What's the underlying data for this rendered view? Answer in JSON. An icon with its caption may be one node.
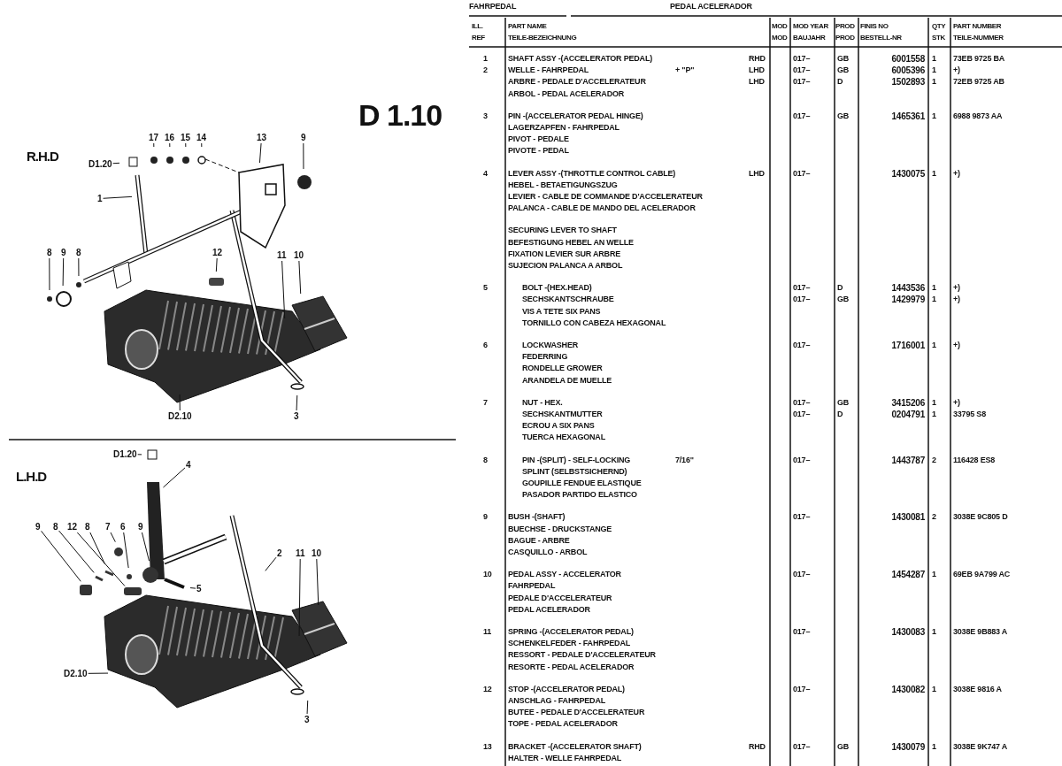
{
  "diagram": {
    "nodes": [
      {
        "text": [
          "D1.20"
        ]
      },
      {
        "text": [
          "17"
        ]
      },
      {
        "text": [
          "16"
        ]
      },
      {
        "text": [
          "15"
        ]
      },
      {
        "text": [
          "14"
        ]
      },
      {
        "text": [
          "13"
        ]
      },
      {
        "text": [
          "9"
        ]
      },
      {
        "text": [
          "1"
        ]
      },
      {
        "text": [
          "8"
        ]
      },
      {
        "text": [
          "9"
        ]
      },
      {
        "text": [
          "8"
        ]
      },
      {
        "text": [
          "12"
        ]
      },
      {
        "text": [
          "11"
        ]
      },
      {
        "text": [
          "10"
        ]
      },
      {
        "text": [
          "D2.10"
        ]
      },
      {
        "text": [
          "3"
        ]
      },
      {
        "text": [
          "D1.20"
        ]
      },
      {
        "text": [
          "4"
        ]
      },
      {
        "text": [
          "9"
        ]
      },
      {
        "text": [
          "8"
        ]
      },
      {
        "text": [
          "12"
        ]
      },
      {
        "text": [
          "8"
        ]
      },
      {
        "text": [
          "7"
        ]
      },
      {
        "text": [
          "6"
        ]
      },
      {
        "text": [
          "9"
        ]
      },
      {
        "text": [
          "5"
        ]
      },
      {
        "text": [
          "2"
        ]
      },
      {
        "text": [
          "11"
        ]
      },
      {
        "text": [
          "10"
        ]
      },
      {
        "text": [
          "D2.10"
        ]
      },
      {
        "text": [
          "3"
        ]
      }
    ],
    "edges": [
      {
        "from": 0,
        "to": null,
        "arrow": "none"
      },
      {
        "from": 1,
        "to": null,
        "arrow": "none"
      },
      {
        "from": 2,
        "to": null,
        "arrow": "none"
      },
      {
        "from": 3,
        "to": null,
        "arrow": "none"
      },
      {
        "from": 4,
        "to": null,
        "arrow": "none"
      },
      {
        "from": 5,
        "to": null,
        "arrow": "none"
      },
      {
        "from": 6,
        "to": null,
        "arrow": "none"
      },
      {
        "from": 7,
        "to": null,
        "arrow": "none"
      },
      {
        "from": 8,
        "to": null,
        "arrow": "none"
      },
      {
        "from": 9,
        "to": null,
        "arrow": "none"
      },
      {
        "from": 10,
        "to": null,
        "arrow": "none"
      },
      {
        "from": 11,
        "to": null,
        "arrow": "none"
      },
      {
        "from": 12,
        "to": null,
        "arrow": "none"
      },
      {
        "from": 13,
        "to": null,
        "arrow": "none"
      },
      {
        "from": 14,
        "to": null,
        "arrow": "none"
      },
      {
        "from": 15,
        "to": null,
        "arrow": "none"
      },
      {
        "from": 16,
        "to": null,
        "arrow": "none"
      },
      {
        "from": 17,
        "to": null,
        "arrow": "none"
      },
      {
        "from": 18,
        "to": null,
        "arrow": "none"
      },
      {
        "from": 19,
        "to": null,
        "arrow": "none"
      },
      {
        "from": 20,
        "to": null,
        "arrow": "none"
      },
      {
        "from": 21,
        "to": null,
        "arrow": "none"
      },
      {
        "from": 22,
        "to": null,
        "arrow": "none"
      },
      {
        "from": 23,
        "to": null,
        "arrow": "none"
      },
      {
        "from": 24,
        "to": null,
        "arrow": "none"
      },
      {
        "from": 25,
        "to": null,
        "arrow": "none"
      },
      {
        "from": 26,
        "to": null,
        "arrow": "none"
      },
      {
        "from": 27,
        "to": null,
        "arrow": "none"
      },
      {
        "from": 28,
        "to": null,
        "arrow": "none"
      },
      {
        "from": 29,
        "to": null,
        "arrow": "none"
      },
      {
        "from": 30,
        "to": null,
        "arrow": "none"
      }
    ],
    "labels": [
      "FAHRPEDAL",
      "PEDAL ACELERADOR",
      "D 1.10",
      "R.H.D",
      "L.H.D",
      "ILL.",
      "PART NAME",
      "MOD",
      "MOD YEAR",
      "PROD",
      "FINIS NO",
      "QTY",
      "PART NUMBER",
      "REF",
      "TEILE-BEZEICHNUNG",
      "MOD",
      "BAUJAHR",
      "PROD",
      "BESTELL-NR",
      "STK",
      "TEILE-NUMMER",
      "1",
      "SHAFT ASSY -(ACCELERATOR PEDAL)",
      "RHD",
      "017–",
      "GB",
      "6001558",
      "1",
      "73EB 9725 BA",
      "2",
      "WELLE - FAHRPEDAL",
      "+ \"P\"",
      "LHD",
      "017–",
      "GB",
      "6005396",
      "1",
      "+)",
      "ARBRE - PEDALE D'ACCELERATEUR",
      "LHD",
      "017–",
      "D",
      "1502893",
      "1",
      "72EB 9725 AB",
      "ARBOL - PEDAL ACELERADOR",
      "3",
      "PIN -(ACCELERATOR PEDAL HINGE)",
      "017–",
      "GB",
      "1465361",
      "1",
      "6988 9873 AA",
      "LAGERZAPFEN - FAHRPEDAL",
      "PIVOT - PEDALE",
      "PIVOTE - PEDAL",
      "4",
      "LEVER ASSY -(THROTTLE CONTROL CABLE)",
      "LHD",
      "017–",
      "1430075",
      "1",
      "+)",
      "HEBEL - BETAETIGUNGSZUG",
      "LEVIER - CABLE DE COMMANDE D'ACCELERATEUR",
      "PALANCA - CABLE DE MANDO DEL ACELERADOR",
      "SECURING LEVER TO SHAFT",
      "BEFESTIGUNG HEBEL AN WELLE",
      "FIXATION LEVIER SUR ARBRE",
      "SUJECION PALANCA A ARBOL",
      "5",
      "BOLT -(HEX.HEAD)",
      "017–",
      "D",
      "1443536",
      "1",
      "+)",
      "SECHSKANTSCHRAUBE",
      "017–",
      "GB",
      "1429979",
      "1",
      "+)",
      "VIS A TETE SIX PANS",
      "TORNILLO CON CABEZA HEXAGONAL",
      "6",
      "LOCKWASHER",
      "017–",
      "1716001",
      "1",
      "+)",
      "FEDERRING",
      "RONDELLE GROWER",
      "ARANDELA DE MUELLE",
      "7",
      "NUT - HEX.",
      "017–",
      "GB",
      "3415206",
      "1",
      "+)",
      "SECHSKANTMUTTER",
      "017–",
      "D",
      "0204791",
      "1",
      "33795 S8",
      "ECROU A SIX PANS",
      "TUERCA HEXAGONAL",
      "8",
      "PIN -(SPLIT) - SELF-LOCKING",
      "7/16\"",
      "017–",
      "1443787",
      "2",
      "116428 ES8",
      "SPLINT (SELBSTSICHERND)",
      "GOUPILLE FENDUE ELASTIQUE",
      "PASADOR PARTIDO ELASTICO",
      "9",
      "BUSH -(SHAFT)",
      "017–",
      "1430081",
      "2",
      "3038E 9C805 D",
      "BUECHSE - DRUCKSTANGE",
      "BAGUE - ARBRE",
      "CASQUILLO - ARBOL",
      "10",
      "PEDAL ASSY - ACCELERATOR",
      "017–",
      "1454287",
      "1",
      "69EB 9A799 AC",
      "FAHRPEDAL",
      "PEDALE D'ACCELERATEUR",
      "PEDAL ACELERADOR",
      "11",
      "SPRING -(ACCELERATOR PEDAL)",
      "017–",
      "1430083",
      "1",
      "3038E 9B883 A",
      "SCHENKELFEDER - FAHRPEDAL",
      "RESSORT - PEDALE D'ACCELERATEUR",
      "RESORTE - PEDAL ACELERADOR",
      "12",
      "STOP -(ACCELERATOR PEDAL)",
      "017–",
      "1430082",
      "1",
      "3038E 9816 A",
      "ANSCHLAG - FAHRPEDAL",
      "BUTEE - PEDALE D'ACCELERATEUR",
      "TOPE - PEDAL ACELERADOR",
      "13",
      "BRACKET -(ACCELERATOR SHAFT)",
      "RHD",
      "017–",
      "GB",
      "1430079",
      "1",
      "3038E 9K747 A",
      "HALTER - WELLE FAHRPEDAL"
    ]
  }
}
